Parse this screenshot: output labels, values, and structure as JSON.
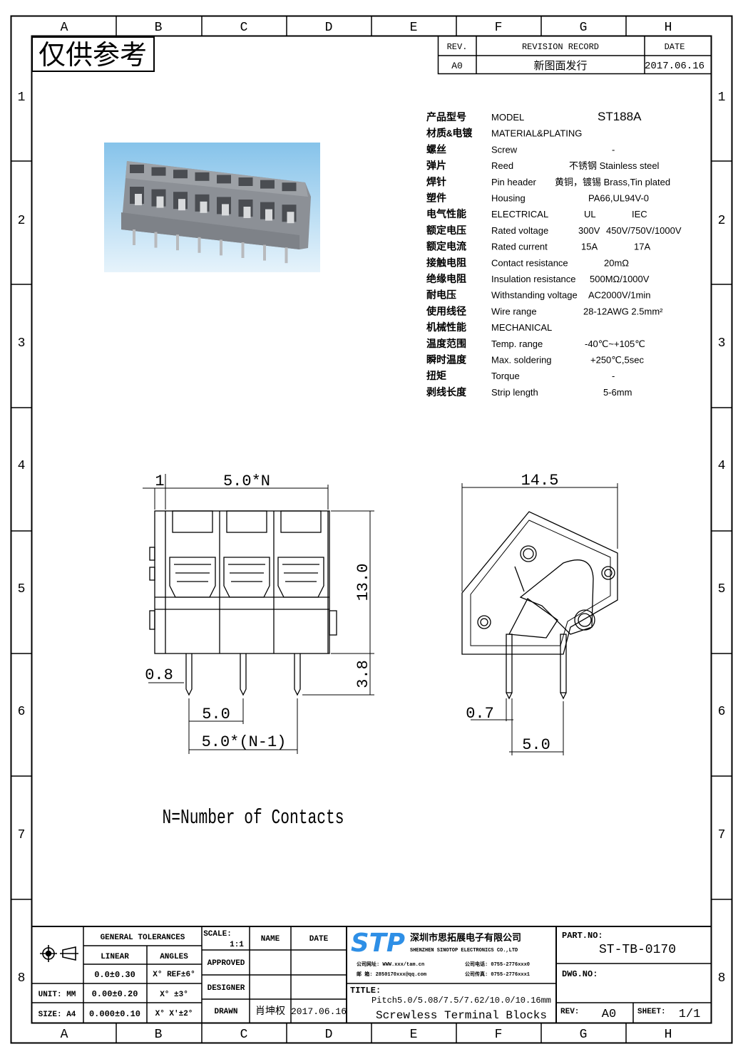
{
  "watermark": "仅供参考",
  "grid": {
    "columns": [
      "A",
      "B",
      "C",
      "D",
      "E",
      "F",
      "G",
      "H"
    ],
    "rows": [
      "1",
      "2",
      "3",
      "4",
      "5",
      "6",
      "7",
      "8"
    ]
  },
  "revision": {
    "rev_header": "REV.",
    "record_header": "REVISION RECORD",
    "date_header": "DATE",
    "rev": "A0",
    "record": "新图面发行",
    "date": "2017.06.16"
  },
  "specs": [
    {
      "cn": "产品型号",
      "en": "MODEL",
      "values": [
        "ST188A"
      ]
    },
    {
      "cn": "材质&电镀",
      "en": "MATERIAL&PLATING",
      "values": []
    },
    {
      "cn": "螺丝",
      "en": "Screw",
      "values": [
        "-"
      ]
    },
    {
      "cn": "弹片",
      "en": "Reed",
      "values": [
        "不锈钢 Stainless steel"
      ]
    },
    {
      "cn": "焊针",
      "en": "Pin header",
      "values": [
        "黄铜，镀锡 Brass,Tin plated"
      ]
    },
    {
      "cn": "塑件",
      "en": "Housing",
      "values": [
        "PA66,UL94V-0"
      ]
    },
    {
      "cn": "电气性能",
      "en": "ELECTRICAL",
      "values": [
        "UL",
        "IEC"
      ]
    },
    {
      "cn": "额定电压",
      "en": "Rated voltage",
      "values": [
        "300V",
        "450V/750V/1000V"
      ]
    },
    {
      "cn": "额定电流",
      "en": "Rated current",
      "values": [
        "15A",
        "17A"
      ]
    },
    {
      "cn": "接触电阻",
      "en": "Contact resistance",
      "values": [
        "20mΩ"
      ]
    },
    {
      "cn": "绝缘电阻",
      "en": "Insulation resistance",
      "values": [
        "500MΩ/1000V"
      ]
    },
    {
      "cn": "耐电压",
      "en": "Withstanding voltage",
      "values": [
        "AC2000V/1min"
      ]
    },
    {
      "cn": "使用线径",
      "en": "Wire range",
      "values": [
        "28-12AWG 2.5mm²"
      ]
    },
    {
      "cn": "机械性能",
      "en": "MECHANICAL",
      "values": []
    },
    {
      "cn": "温度范围",
      "en": "Temp. range",
      "values": [
        "-40℃~+105℃"
      ]
    },
    {
      "cn": "瞬时温度",
      "en": "Max. soldering",
      "values": [
        "+250℃,5sec"
      ]
    },
    {
      "cn": "扭矩",
      "en": "Torque",
      "values": [
        "-"
      ]
    },
    {
      "cn": "剥线长度",
      "en": "Strip length",
      "values": [
        "5-6mm"
      ]
    }
  ],
  "front_view": {
    "dim_1": "1",
    "dim_width": "5.0*N",
    "dim_height": "13.0",
    "dim_pin_length": "3.8",
    "dim_pin_dia": "0.8",
    "dim_pitch": "5.0",
    "dim_total_pitch": "5.0*(N-1)"
  },
  "side_view": {
    "dim_depth": "14.5",
    "dim_pin": "0.7",
    "dim_pitch": "5.0"
  },
  "note": "N=Number of Contacts",
  "title_block": {
    "general_tolerances": "GENERAL TOLERANCES",
    "linear": "LINEAR",
    "angles": "ANGLES",
    "lin1": "0.0±0.30",
    "ang1": "X° REF±6°",
    "unit": "UNIT: MM",
    "lin2": "0.00±0.20",
    "ang2": "X° ±3°",
    "size": "SIZE: A4",
    "lin3": "0.000±0.10",
    "ang3": "X° X'±2°",
    "scale_label": "SCALE:",
    "scale": "1:1",
    "name_header": "NAME",
    "date_header": "DATE",
    "approved": "APPROVED",
    "designer": "DESIGNER",
    "drawn": "DRAWN",
    "drawn_name": "肖坤权",
    "drawn_date": "2017.06.16",
    "company_logo": "STP",
    "company_cn": "深圳市思拓展电子有限公司",
    "company_en": "SHENZHEN SINOTOP ELECTRONICS CO.,LTD",
    "contact_1": "公司网址: WWW.xxx/tam.cn",
    "contact_2": "邮    箱: 2850170xxx@qq.com",
    "contact_3": "公司电话: 0755-2776xxx0",
    "contact_4": "公司传真: 0755-2776xxx1",
    "title_label": "TITLE:",
    "title_line1": "Pitch5.0/5.08/7.5/7.62/10.0/10.16mm",
    "title_line2": "Screwless Terminal Blocks",
    "part_no_label": "PART.NO:",
    "part_no": "ST-TB-0170",
    "dwg_no_label": "DWG.NO:",
    "rev_label": "REV:",
    "rev": "A0",
    "sheet_label": "SHEET:",
    "sheet": "1/1"
  },
  "colors": {
    "logo_blue": "#2e8fe6",
    "photo_bg_top": "#8cc8ec",
    "housing_gray": "#8c9096"
  }
}
